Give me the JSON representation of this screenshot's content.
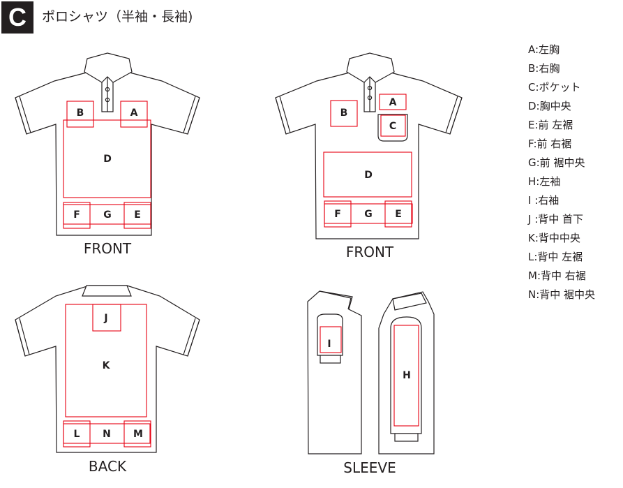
{
  "header": {
    "badge": "C",
    "title": "ポロシャツ（半袖・長袖)"
  },
  "captions": {
    "front1": "FRONT",
    "front2": "FRONT",
    "back": "BACK",
    "sleeve": "SLEEVE"
  },
  "labels": {
    "front1": {
      "A": "A",
      "B": "B",
      "D": "D",
      "E": "E",
      "F": "F",
      "G": "G"
    },
    "front2": {
      "A": "A",
      "B": "B",
      "C": "C",
      "D": "D",
      "E": "E",
      "F": "F",
      "G": "G"
    },
    "back": {
      "J": "J",
      "K": "K",
      "L": "L",
      "M": "M",
      "N": "N"
    },
    "sleeve": {
      "H": "H",
      "I": "I"
    }
  },
  "legend": [
    "A:左胸",
    "B:右胸",
    "C:ポケット",
    "D:胸中央",
    "E:前 左裾",
    "F:前 右裾",
    "G:前 裾中央",
    "H:左袖",
    "I :右袖",
    "J :背中 首下",
    "K:背中中央",
    "L:背中 左裾",
    "M:背中 右裾",
    "N:背中 裾中央"
  ],
  "colors": {
    "outline": "#231f20",
    "print_area": "#e60012"
  }
}
